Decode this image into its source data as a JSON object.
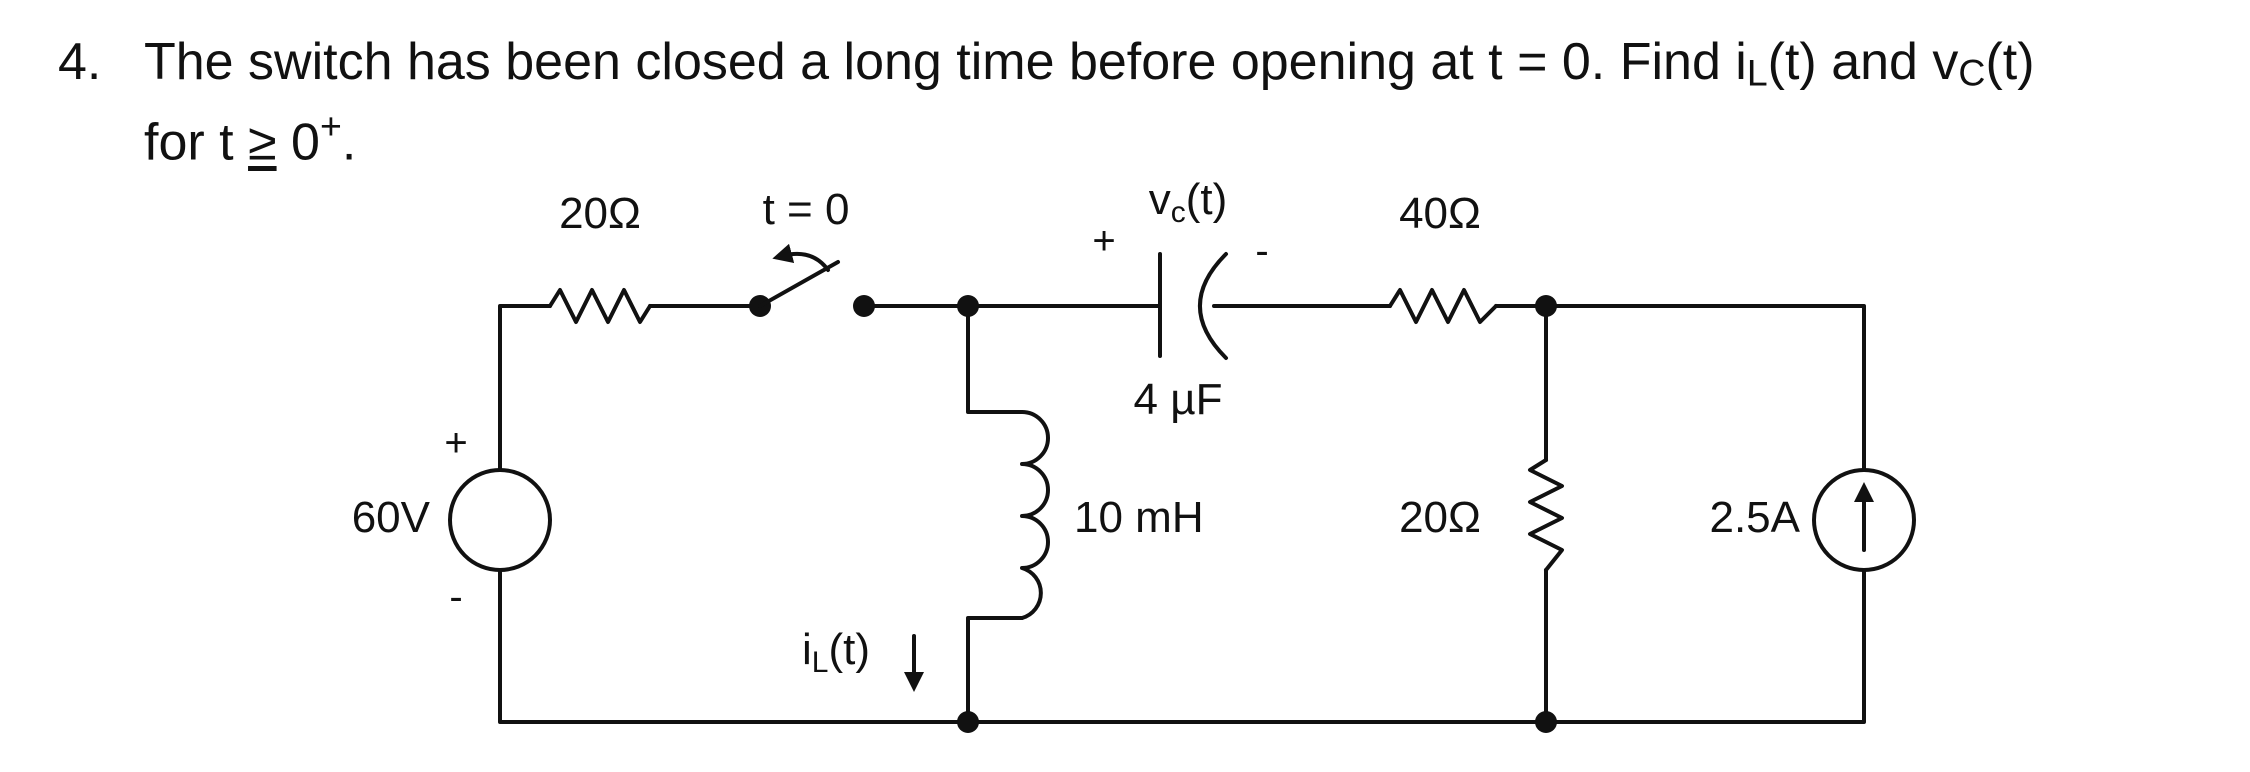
{
  "problem": {
    "number": "4.",
    "line1": {
      "a": "The switch has been closed a long time before opening at t = 0.  Find i",
      "a_sub": "L",
      "b": "(t) and v",
      "b_sub": "C",
      "c": "(t)"
    },
    "line2": {
      "a": "for t ",
      "ge": "≥",
      "b": " 0",
      "sup": "+",
      "c": "."
    }
  },
  "circuit": {
    "r1_label": "20Ω",
    "switch_label": "t = 0",
    "cap_voltage": {
      "v": "v",
      "sub": "c",
      "rest": "(t)"
    },
    "cap_plus": "+",
    "cap_minus": "-",
    "cap_value": "4 µF",
    "r2_label": "40Ω",
    "source_label": "60V",
    "source_plus": "+",
    "source_minus": "-",
    "inductor_label": "10 mH",
    "inductor_current": {
      "i": "i",
      "sub": "L",
      "rest": "(t)"
    },
    "r3_label": "20Ω",
    "current_source_label": "2.5A"
  }
}
